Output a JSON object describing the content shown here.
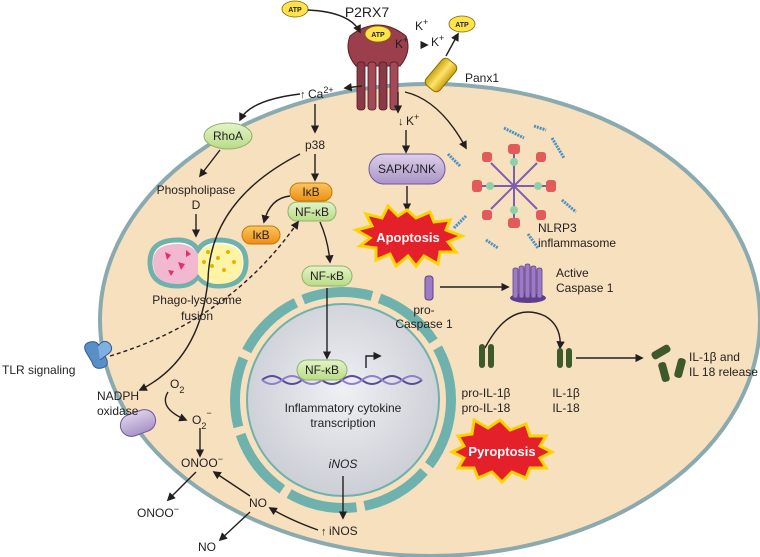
{
  "receptor": {
    "name": "P2RX7"
  },
  "atp": {
    "label": "ATP"
  },
  "ions": {
    "k_plus": "K+"
  },
  "panx1": {
    "label": "Panx1"
  },
  "ca": {
    "label": "Ca2+"
  },
  "k_down": {
    "label": "K+"
  },
  "rhoa": {
    "label": "RhoA"
  },
  "p38": {
    "label": "p38"
  },
  "phospholipase": {
    "line1": "Phospholipase",
    "line2": "D"
  },
  "phago": {
    "line1": "Phago-lysosome",
    "line2": "fusion"
  },
  "ikb": {
    "label": "IκB"
  },
  "nfkb": {
    "label": "NF-κB"
  },
  "sapk": {
    "label": "SAPK/JNK"
  },
  "apoptosis": {
    "label": "Apoptosis"
  },
  "nlrp3": {
    "line1": "NLRP3",
    "line2": "inflammasome"
  },
  "active_casp": {
    "line1": "Active",
    "line2": "Caspase 1"
  },
  "pro_casp": {
    "line1": "pro-",
    "line2": "Caspase 1"
  },
  "nucleus": {
    "line1": "Inflammatory cytokine",
    "line2": "transcription",
    "inos_gene": "iNOS"
  },
  "tlr": {
    "label": "TLR signaling"
  },
  "o2": {
    "label": "O2",
    "superoxide": "O2−"
  },
  "nadph": {
    "line1": "NADPH",
    "line2": "oxidase"
  },
  "onoo": {
    "label": "ONOO−"
  },
  "no": {
    "label": "NO"
  },
  "inos": {
    "label": "iNOS"
  },
  "pro_il": {
    "line1": "pro-IL-1β",
    "line2": "pro-IL-18"
  },
  "il": {
    "line1": "IL-1β",
    "line2": "IL-18"
  },
  "il_release": {
    "line1": "IL-1β and",
    "line2": "IL 18 release"
  },
  "pyroptosis": {
    "label": "Pyroptosis"
  },
  "colors": {
    "cell_fill": "#f7e0be",
    "cell_stroke": "#8aaab0",
    "green_box": "#cde8a4",
    "orange_box": "#f6a623",
    "purple_box": "#c8b6dd",
    "burst_red": "#e4202a",
    "burst_yellow": "#ffd200",
    "nucleus_fill": "#dadbe0",
    "nuclear_membrane": "#6fb1ac",
    "il_green": "#3f5a2a",
    "receptor": "#8a3a46"
  }
}
